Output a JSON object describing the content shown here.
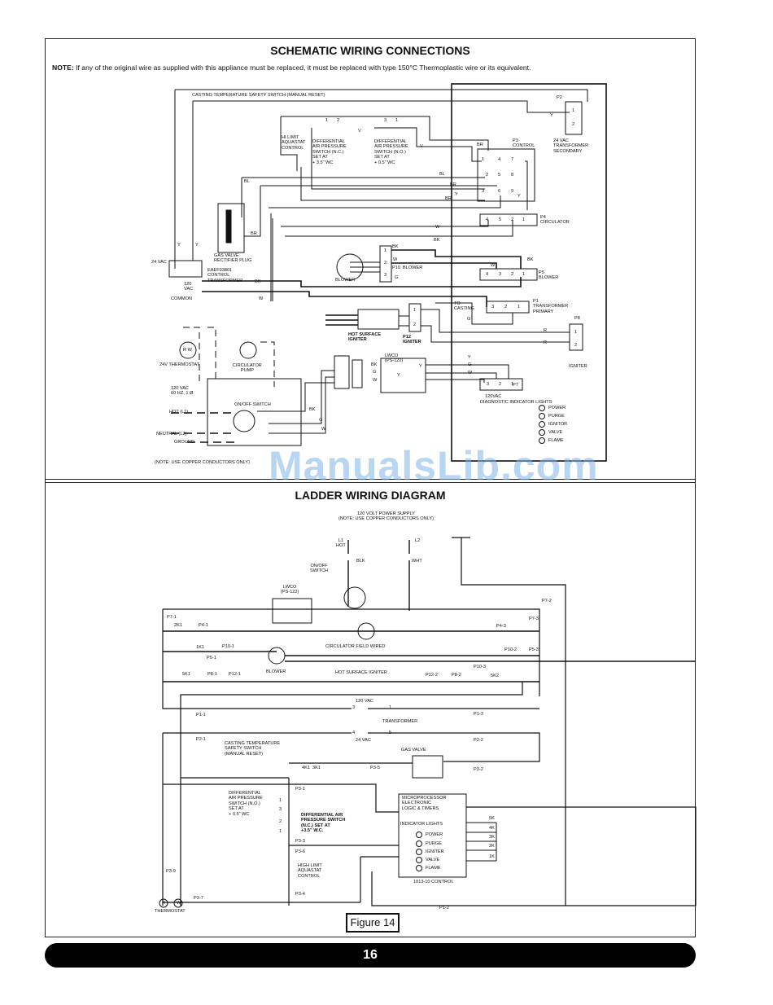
{
  "schematic": {
    "title": "SCHEMATIC WIRING CONNECTIONS",
    "note_label": "NOTE:",
    "note_text": " If any of the original wire as supplied with this appliance must be replaced, it must be replaced with type 150°C Thermoplastic wire or its equivalent.",
    "labels": {
      "casting_switch": "CASTING TEMPERATURE SAFETY SWITCH (MANUAL RESET)",
      "p2": "P2",
      "transformer_secondary": "24 VAC\nTRANSFORMER\nSECONDARY",
      "p3_control": "P3\nCONTROL",
      "hi_limit": "HI LIMIT\nAQUASTAT\nCONTROL",
      "dps_nc": "DIFFERENTIAL\nAIR PRESSURE\nSWITCH (N.C.)\nSET AT\n+ 3.5\" WC",
      "dps_no": "DIFFERENTIAL\nAIR PRESSURE\nSWITCH (N.O.)\nSET AT\n+ 0.5\" WC",
      "gas_valve_plug": "GAS VALVE\nRECTIFIER PLUG",
      "control_transformer": "EAEF03801\nCONTROL\nTRANSFORMER",
      "vac24": "24 VAC",
      "vac120": "120\nVAC",
      "common": "COMMON",
      "p10_blower": "P10  BLOWER",
      "blower": "BLOWER",
      "p4_circulator": "P4\nCIRCULATOR",
      "p5_blower": "P5\nBLOWER",
      "p1_transformer": "P1\nTRANSFORMER\nPRIMARY",
      "to_casting": "TO\nCASTING",
      "hot_surface_igniter": "HOT SURFACE\nIGNITER",
      "p12_igniter": "P12\nIGNITER",
      "p8": "P8",
      "igniter": "IGNITER",
      "lwco": "LWCO\n(PS-122)",
      "p7": "P7",
      "vac120_p7": "120VAC",
      "diag_lights": "DIAGNOSTIC INDICATOR LIGHTS",
      "thermostat": "24V THERMOSTAT",
      "rw": "R W",
      "circulator_pump": "CIRCULATOR\nPUMP",
      "supply": "120 VAC\n60 HZ, 1 Ø",
      "onoff": "ON/OFF SWITCH",
      "hot": "HOT (L1)",
      "neutral": "NEUTRAL (L2)",
      "ground": "GROUND",
      "copper_note": "(NOTE: USE COPPER CONDUCTORS ONLY)"
    },
    "wire_colors": [
      "Y",
      "Y",
      "Y",
      "V",
      "V",
      "BR",
      "BL",
      "BL",
      "BR",
      "BR",
      "Y",
      "Y",
      "BR",
      "W",
      "BK",
      "BK",
      "W",
      "G",
      "BK",
      "W",
      "BK",
      "W",
      "G",
      "R",
      "R",
      "BK",
      "G",
      "W",
      "Y",
      "G",
      "W",
      "BK",
      "G",
      "W",
      "Y",
      "Y"
    ],
    "p3_pins": [
      "1",
      "4",
      "7",
      "2",
      "5",
      "8",
      "3",
      "6",
      "9"
    ],
    "p4_pins": [
      "4",
      "5",
      "2",
      "1"
    ],
    "p5_pins": [
      "4",
      "3",
      "2",
      "1"
    ],
    "p1_pins": [
      "3",
      "2",
      "1"
    ],
    "p7_pins": [
      "3",
      "2",
      "1"
    ],
    "p2_pins": [
      "1",
      "2"
    ],
    "p8_pins": [
      "1",
      "2"
    ],
    "p10_pins": [
      "1",
      "2",
      "3"
    ],
    "p12_pins": [
      "1",
      "2"
    ],
    "dps_pins": [
      "1",
      "2",
      "3",
      "1"
    ],
    "diag_lights": [
      "POWER",
      "PURGE",
      "IGNITOR",
      "VALVE",
      "FLAME"
    ]
  },
  "ladder": {
    "title": "LADDER WIRING DIAGRAM",
    "labels": {
      "supply": "120 VOLT POWER SUPPLY\n(NOTE: USE COPPER CONDUCTORS ONLY)",
      "l1": "L1\nHOT",
      "l2": "L2",
      "blk": "BLK",
      "wht": "WHT",
      "onoff": "ON/OFF\nSWITCH",
      "lwco": "LWCO\n(PS-122)",
      "p7_2": "P7-2",
      "p7_1": "P7-1",
      "p7_3": "P7-3",
      "k2_1": "2K1",
      "p4_1": "P4-1",
      "p4_3": "P4-3",
      "circulator": "CIRCULATOR FIELD WIRED",
      "k1_1": "1K1",
      "p10_1": "P10-1",
      "p5_1": "P5-1",
      "p10_2": "P10-2",
      "p5_3": "P5-3",
      "p10_3": "P10-3",
      "blower": "BLOWER",
      "k5_1": "5K1",
      "p8_1": "P8-1",
      "p12_1": "P12-1",
      "igniter": "HOT SURFACE IGNITER",
      "p12_2": "P12-2",
      "p8_2": "P8-2",
      "k5_2": "5K2",
      "vac120": "120 VAC",
      "p1_1": "P1-1",
      "p1_3": "P1-3",
      "transformer": "TRANSFORMER",
      "p2_1": "P2-1",
      "casting": "CASTING TEMPERATURE\nSAFETY SWITCH\n(MANUAL RESET)",
      "vac24": "24 VAC",
      "p2_2": "P2-2",
      "gas_valve": "GAS VALVE",
      "k4k3": "4K1  3K1",
      "p3_5": "P3-5",
      "p3_2": "P3-2",
      "p3_1": "P3-1",
      "dps_no": "DIFFERENTIAL\nAIR PRESSURE\nSWITCH (N.O.)\nSET AT\n+ 0.5\" WC",
      "dps_nc": "DIFFERENTIAL AIR\nPRESSURE SWITCH\n(N.C.) SET AT\n+3.5\" W.C.",
      "p3_3": "P3-3",
      "p3_6": "P3-6",
      "high_limit": "HIGH LIMIT\nAQUASTAT\nCONTROL",
      "p3_4": "P3-4",
      "p3_9": "P3-9",
      "p3_7": "P3-7",
      "thermostat": "THERMOSTAT",
      "r": "R",
      "w": "W",
      "micro": "MICROPROCESSOR\nELECTRONIC\nLOGIC & TIMERS",
      "indicator": "INDICATOR LIGHTS",
      "control": "1013-10 CONTROL",
      "p1_2": "P1-2"
    },
    "indicator_lights": [
      "POWER",
      "PURGE",
      "IGNITER",
      "VALVE",
      "FLAME"
    ],
    "relays": [
      "5K",
      "4K",
      "3K",
      "2K",
      "1K"
    ],
    "transformer_pins": [
      "3",
      "1",
      "4",
      "5"
    ],
    "dps_pins": [
      "1",
      "3",
      "2",
      "1"
    ]
  },
  "figure_label": "Figure 14",
  "page_number": "16",
  "watermark": "ManualsLib.com"
}
